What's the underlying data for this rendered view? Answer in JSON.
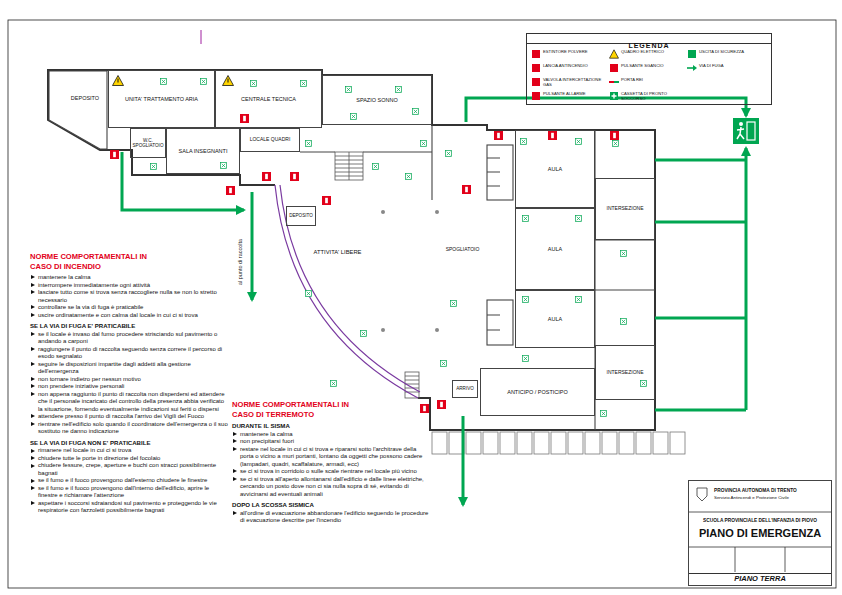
{
  "diagram": {
    "nodes": [
      {
        "text": [
          "DEPOSITO"
        ]
      },
      {
        "text": [
          "UNITA' TRATTAMENTO ARIA"
        ]
      },
      {
        "text": [
          "CENTRALE TECNICA"
        ]
      },
      {
        "text": [
          "SPAZIO SONNO"
        ]
      },
      {
        "text": [
          "W.C. SPOGLIATOIO"
        ]
      },
      {
        "text": [
          "SALA INSEGNANTI"
        ]
      },
      {
        "text": [
          "LOCALE QUADRI"
        ]
      },
      {
        "text": [
          "DEPOSITO"
        ]
      },
      {
        "text": [
          "ATTIVITA' LIBERE"
        ]
      },
      {
        "text": [
          "SPOGLIATOIO"
        ]
      },
      {
        "text": [
          "AULA"
        ]
      },
      {
        "text": [
          "INTERSEZIONE"
        ]
      },
      {
        "text": [
          "AULA"
        ]
      },
      {
        "text": [
          "AULA"
        ]
      },
      {
        "text": [
          "INTERSEZIONE"
        ]
      },
      {
        "text": [
          "ARRIVO"
        ]
      },
      {
        "text": [
          "ANTICIPO / POSTICIPO"
        ]
      },
      {
        "text": [
          "PROVINCIA AUTONOMA DI TRENTO",
          "Servizio Antincendi e Protezione Civile",
          "SCUOLA PROVINCIALE DELL'INFANZIA DI PIOVO",
          "PIANO DI EMERGENZA"
        ]
      },
      {
        "text": [
          "PIANO TERRA"
        ],
        "in": 17
      }
    ],
    "labels": [
      "LEGENDA",
      "al punto di raccolta",
      "NORME COMPORTAMENTALI IN CASO DI INCENDIO",
      "mantenere la calma",
      "interrompere immediatamente ogni attività",
      "lasciare tutto come si trova senza raccogliere nulla se non lo stretto necessario",
      "controllare se la via di fuga è praticabile",
      "uscire ordinatamente e con calma dal locale in cui ci si trova",
      "SE LA VIA DI FUGA E' PRATICABILE",
      "se il locale è invaso dal fumo procedere strisciando sul pavimento o andando a carponi",
      "raggiungere il punto di raccolta seguendo senza correre il percorso di esodo segnalato",
      "seguire le disposizioni impartite dagli addetti alla gestione dell'emergenza",
      "non tornare indietro per nessun motivo",
      "non prendere iniziative personali",
      "non appena raggiunto il punto di raccolta non disperdersi ed attendere che il personale incaricato del controllo della presenza abbia verificato la situazione, fornendo eventualmente indicazioni sui feriti o dispersi",
      "attendere presso il punto di raccolta l'arrivo dei Vigili del Fuoco",
      "rientrare nell'edificio solo quando il coordinatore dell'emergenza o il suo sostituto ne danno indicazione",
      "SE LA VIA DI FUGA NON E' PRATICABILE",
      "rimanere nel locale in cui ci si trova",
      "chiudere tutte le porte in direzione del focolaio",
      "chiudere fessure, crepe, aperture e buchi con stracci possibilmente bagnati",
      "se il fumo e il fuoco provengono dall'esterno chiudere le finestre",
      "se il fumo e il fuoco provengono dall'interno dell'edificio, aprire le finestre e richiamare l'attenzione",
      "aspettare i soccorsi sdraiandosi sul pavimento e proteggendo le vie respiratorie con fazzoletti possibilmente bagnati",
      "NORME COMPORTAMENTALI IN CASO DI TERREMOTO",
      "DURANTE IL SISMA",
      "mantenere la calma",
      "non precipitarsi fuori",
      "restare nel locale in cui ci si trova e ripararsi sotto l'architrave della porta o vicino a muri portanti, lontano da oggetti che possono cadere (lampadari, quadri, scaffalature, armadi, ecc)",
      "se ci si trova in corridoio o sulle scale rientrare nel locale più vicino",
      "se ci si trova all'aperto allontanarsi dall'edificio e dalle linee elettriche, cercando un posto dove non ci sia nulla sopra di sé, evitando di avvicinarsi ad eventuali animali",
      "DOPO LA SCOSSA SISMICA",
      "all'ordine di evacuazione abbandonare l'edificio seguendo le procedure di evacuazione descritte per l'incendio"
    ],
    "legend": [
      {
        "text": "ESTINTORE POLVERE",
        "color": "#e2001a"
      },
      {
        "text": "LANCIA ANTINCENDIO",
        "color": "#e2001a"
      },
      {
        "text": "VALVOLA INTERCETTAZIONE GAS",
        "color": "#e2001a"
      },
      {
        "text": "PULSANTE ALLARME",
        "color": "#e2001a"
      },
      {
        "text": "QUADRO ELETTRICO"
      },
      {
        "text": "PULSANTE SGANCIO",
        "color": "#e2001a"
      },
      {
        "text": "PORTA REI"
      },
      {
        "text": "CASSETTA DI PRONTO SOCCORSO"
      },
      {
        "text": "USCITA DI SICUREZZA",
        "color": "#00a651"
      },
      {
        "text": "VIA DI FUGA"
      }
    ]
  }
}
